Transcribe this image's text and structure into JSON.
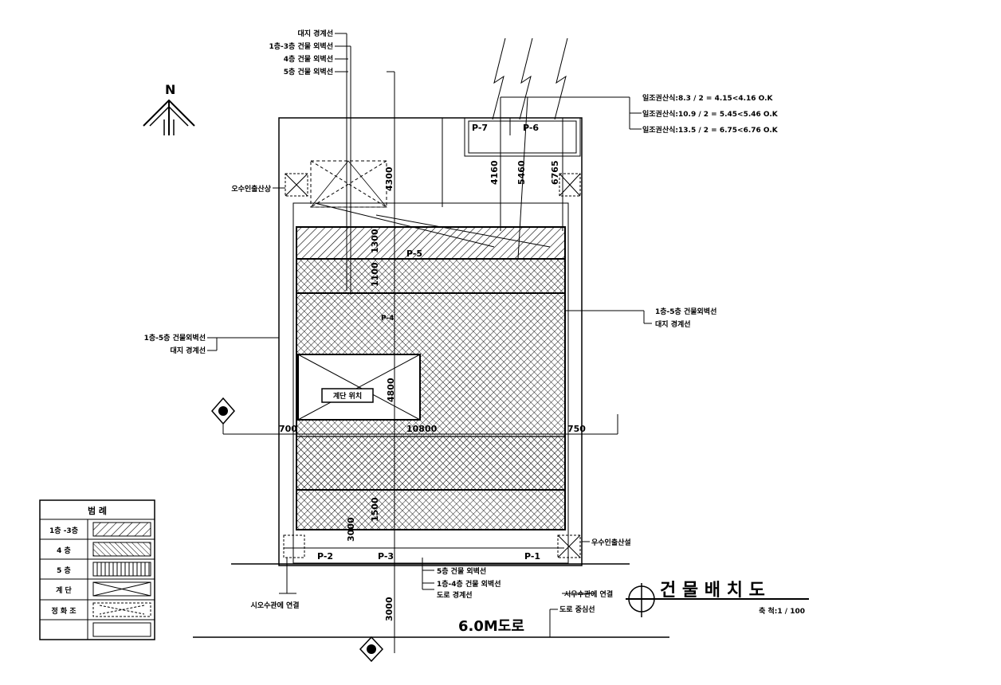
{
  "title": "건 물 배 치 도",
  "scale": "축 척:1 / 100",
  "road": "6.0M도로",
  "north": "N",
  "top_labels": [
    "대지 경계선",
    "1층-3층 건물 외벽선",
    "4층 건물 외벽선",
    "5층 건물 외벽선"
  ],
  "sunlight_checks": [
    "일조권산식:8.3 / 2 = 4.15<4.16 O.K",
    "일조권산식:10.9 / 2 = 5.45<5.46 O.K",
    "일조권산식:13.5 / 2 = 6.75<6.76 O.K"
  ],
  "left_labels": {
    "sewage": "오수인출산상",
    "wall": "1층-5층 건물외벽선",
    "boundary": "대지 경계선",
    "bottom_conn": "시오수관에 연결"
  },
  "right_labels": {
    "wall": "1층-5층 건물외벽선",
    "boundary": "대지 경계선",
    "rain": "우수인출산설",
    "bottom_conn": "시우수관에 연결"
  },
  "bottom_labels": [
    "5층 건물 외벽선",
    "1층-4층 건물 외벽선",
    "도로 경계선",
    "도로 중심선"
  ],
  "parking": [
    "P-1",
    "P-2",
    "P-3",
    "P-4",
    "P-5",
    "P-6",
    "P-7"
  ],
  "stair_label": "계단 위치",
  "dims": {
    "d4160": "4160",
    "d5460": "5460",
    "d6765": "6765",
    "d4300": "4300",
    "d1300": "1300",
    "d1100": "1100",
    "d1500": "1500",
    "d3000a": "3000",
    "d3000b": "3000",
    "d700": "700",
    "d750": "750",
    "d10800": "10800",
    "d4800": "4800"
  },
  "legend": {
    "header": "범 례",
    "rows": [
      {
        "label": "1층 -3층",
        "pattern": "diag"
      },
      {
        "label": "4   층",
        "pattern": "diag2"
      },
      {
        "label": "5   층",
        "pattern": "vert"
      },
      {
        "label": "계   단",
        "pattern": "x"
      },
      {
        "label": "정 화 조",
        "pattern": "dash"
      },
      {
        "label": "",
        "pattern": "none"
      }
    ]
  }
}
